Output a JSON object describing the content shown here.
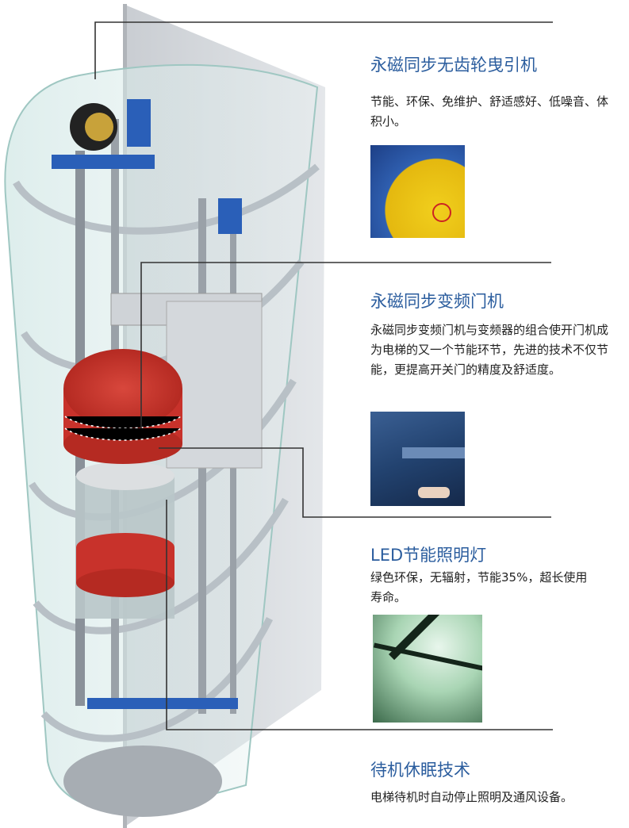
{
  "features": [
    {
      "title": "永磁同步无齿轮曳引机",
      "desc": "节能、环保、免维护、舒适感好、低噪音、体积小。",
      "image": "traction-machine-photo"
    },
    {
      "title": "永磁同步变频门机",
      "desc": "永磁同步变频门机与变频器的组合使开门机成为电梯的又一个节能环节，先进的技术不仅节能，更提高开关门的精度及舒适度。",
      "image": "door-machine-photo"
    },
    {
      "title": "LED节能照明灯",
      "desc": "绿色环保，无辐射，节能35%，超长使用寿命。",
      "image": "led-light-photo"
    },
    {
      "title": "待机休眠技术",
      "desc": "电梯待机时自动停止照明及通风设备。"
    }
  ],
  "colors": {
    "title": "#2b5d9e",
    "car_red": "#c8322b",
    "rail_blue": "#2a5fb8"
  }
}
